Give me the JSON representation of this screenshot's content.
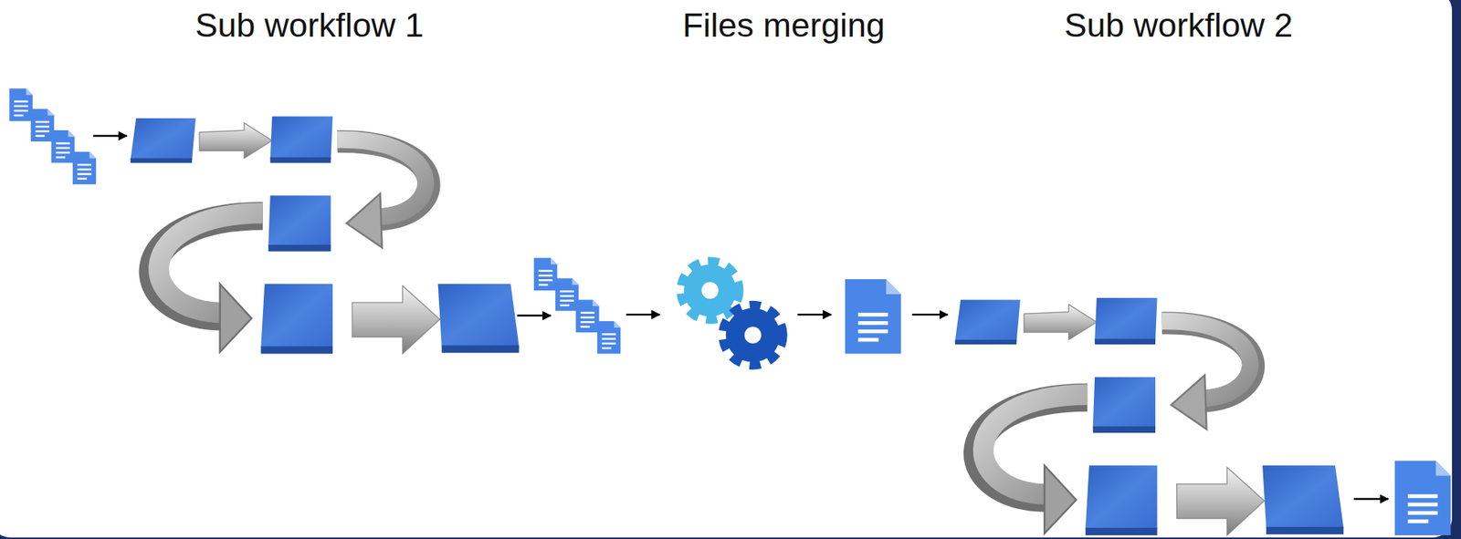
{
  "diagram": {
    "labels": [
      "Sub workflow 1",
      "Files merging",
      "Sub workflow 2"
    ]
  }
}
